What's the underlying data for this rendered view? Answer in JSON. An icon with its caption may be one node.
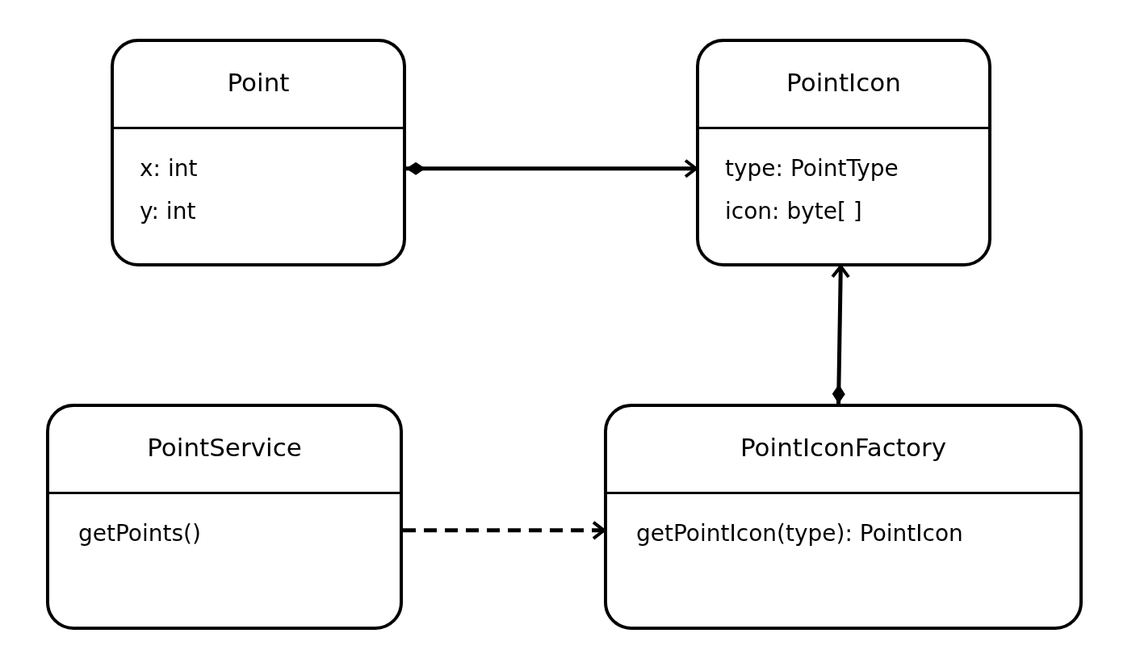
{
  "diagram": {
    "nodes": [
      {
        "text": [
          "Point",
          "x: int",
          "y: int"
        ]
      },
      {
        "text": [
          "PointIcon",
          "type: PointType",
          "icon: byte[ ]"
        ]
      },
      {
        "text": [
          "PointService",
          "getPoints()"
        ]
      },
      {
        "text": [
          "PointIconFactory",
          "getPointIcon(type): PointIcon"
        ]
      }
    ],
    "edges": [
      {
        "from": 0,
        "to": 1,
        "arrow": "to"
      },
      {
        "from": 3,
        "to": 1,
        "arrow": "to"
      },
      {
        "from": 2,
        "to": 3,
        "arrow": "to",
        "style": "dashed"
      }
    ]
  }
}
